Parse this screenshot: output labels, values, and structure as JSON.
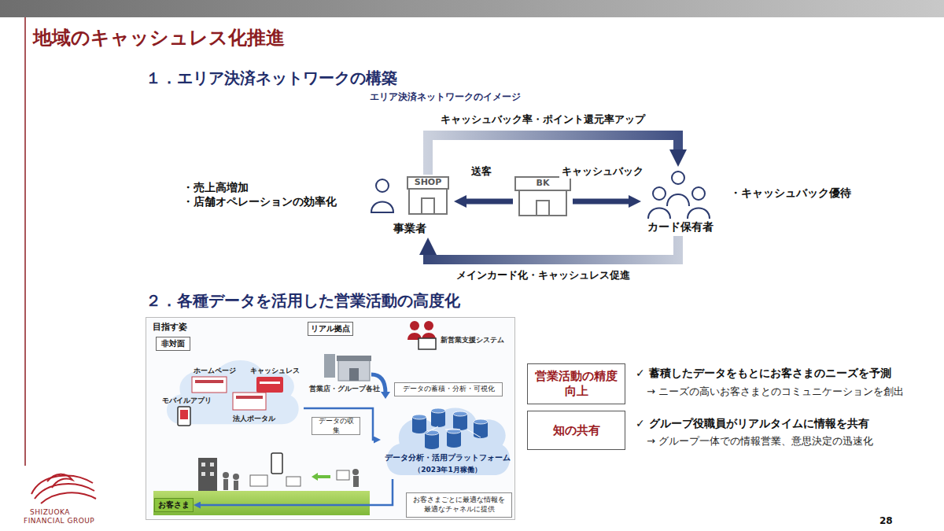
{
  "diagram": {
    "title": "地域のキャッシュレス化推進",
    "nodes": [
      {
        "text": [
          "SHOP",
          "事業者"
        ]
      },
      {
        "text": [
          "BK"
        ]
      },
      {
        "text": [
          "カード保有者"
        ]
      },
      {
        "text": [
          "目指す姿"
        ]
      },
      {
        "text": [
          "非対面"
        ],
        "in": 3
      },
      {
        "text": [
          "ホームページ",
          "キャッシュレス",
          "モバイルアプリ",
          "法人ポータル"
        ],
        "in": 3
      },
      {
        "text": [
          "リアル拠点"
        ],
        "in": 3
      },
      {
        "text": [
          "データの蓄積・分析・可視化"
        ],
        "in": 3
      },
      {
        "text": [
          "データの収集"
        ],
        "in": 3
      },
      {
        "text": [
          "データ分析・活用プラットフォーム",
          "（2023年1月稼働）"
        ],
        "in": 3
      },
      {
        "text": [
          "お客さま"
        ],
        "in": 3
      },
      {
        "text": [
          "お客さまごとに最適な情報を最適なチャネルに提供"
        ],
        "in": 3
      },
      {
        "text": [
          "営業活動の精度向上"
        ]
      },
      {
        "text": [
          "知の共有"
        ]
      }
    ],
    "edges": [
      {
        "from": 1,
        "to": 0,
        "label": "送客",
        "arrow": "to"
      },
      {
        "from": 1,
        "to": 2,
        "label": "キャッシュバック",
        "arrow": "to"
      },
      {
        "from": 0,
        "to": 2,
        "label": "キャッシュバック率・ポイント還元率アップ",
        "arrow": "to"
      },
      {
        "from": 2,
        "to": 0,
        "label": "メインカード化・キャッシュレス促進",
        "arrow": "to"
      },
      {
        "from": 5,
        "to": 9,
        "arrow": "to"
      },
      {
        "from": 9,
        "to": 10,
        "arrow": "to"
      }
    ],
    "labels": [
      "１．エリア決済ネットワークの構築",
      "エリア決済ネットワークのイメージ",
      "・売上高増加",
      "・店舗オペレーションの効率化",
      "・キャッシュバック優待",
      "２．各種データを活用した営業活動の高度化",
      "営業店・グループ各社",
      "新営業支援システム",
      "✓ 蓄積したデータをもとにお客さまのニーズを予測",
      "→ ニーズの高いお客さまとのコミュニケーションを創出",
      "✓ グループ役職員がリアルタイムに情報を共有",
      "→ グループ一体での情報営業、意思決定の迅速化",
      "SHIZUOKA",
      "FINANCIAL GROUP",
      "28"
    ]
  }
}
